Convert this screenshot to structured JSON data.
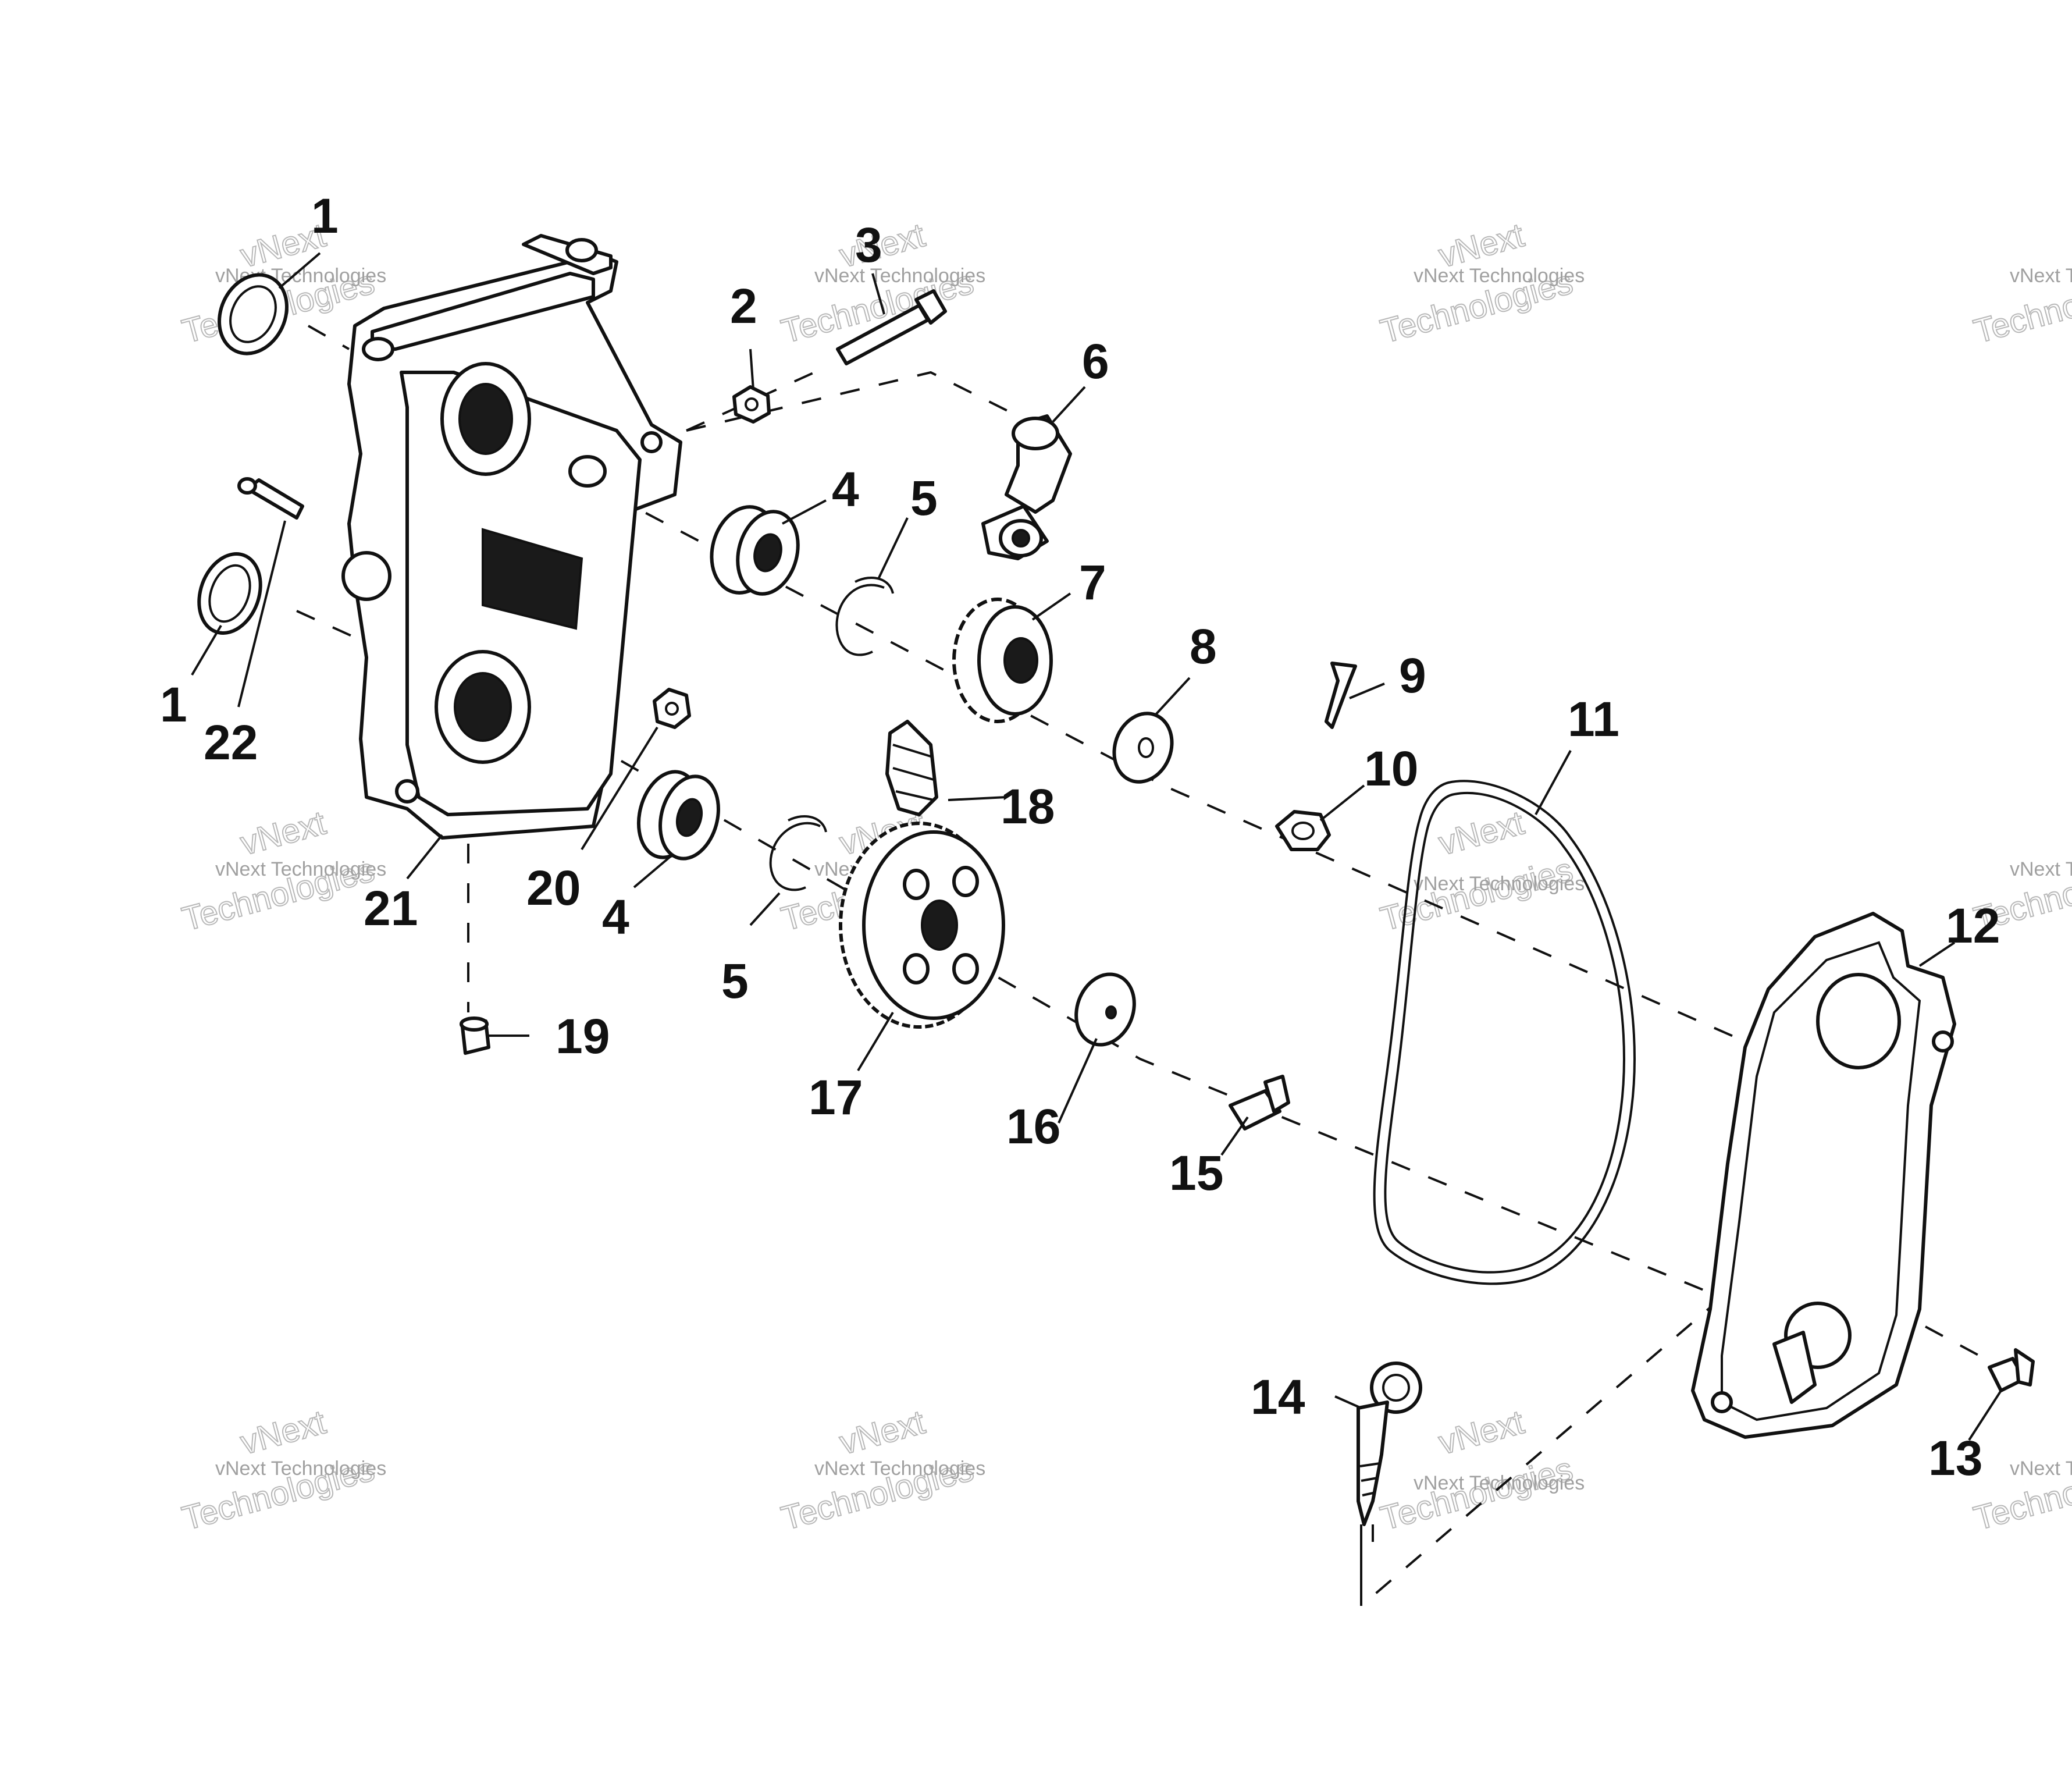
{
  "watermark": {
    "line1": "vNext Technologies",
    "line2": "vNext",
    "line3": "Technologies"
  },
  "callouts": {
    "c1a": "1",
    "c1b": "1",
    "c2": "2",
    "c3": "3",
    "c4a": "4",
    "c4b": "4",
    "c5a": "5",
    "c5b": "5",
    "c6": "6",
    "c7": "7",
    "c8": "8",
    "c9": "9",
    "c10": "10",
    "c11": "11",
    "c12": "12",
    "c13": "13",
    "c14": "14",
    "c15": "15",
    "c16": "16",
    "c17": "17",
    "c18": "18",
    "c19": "19",
    "c20": "20",
    "c21": "21",
    "c22": "22"
  }
}
